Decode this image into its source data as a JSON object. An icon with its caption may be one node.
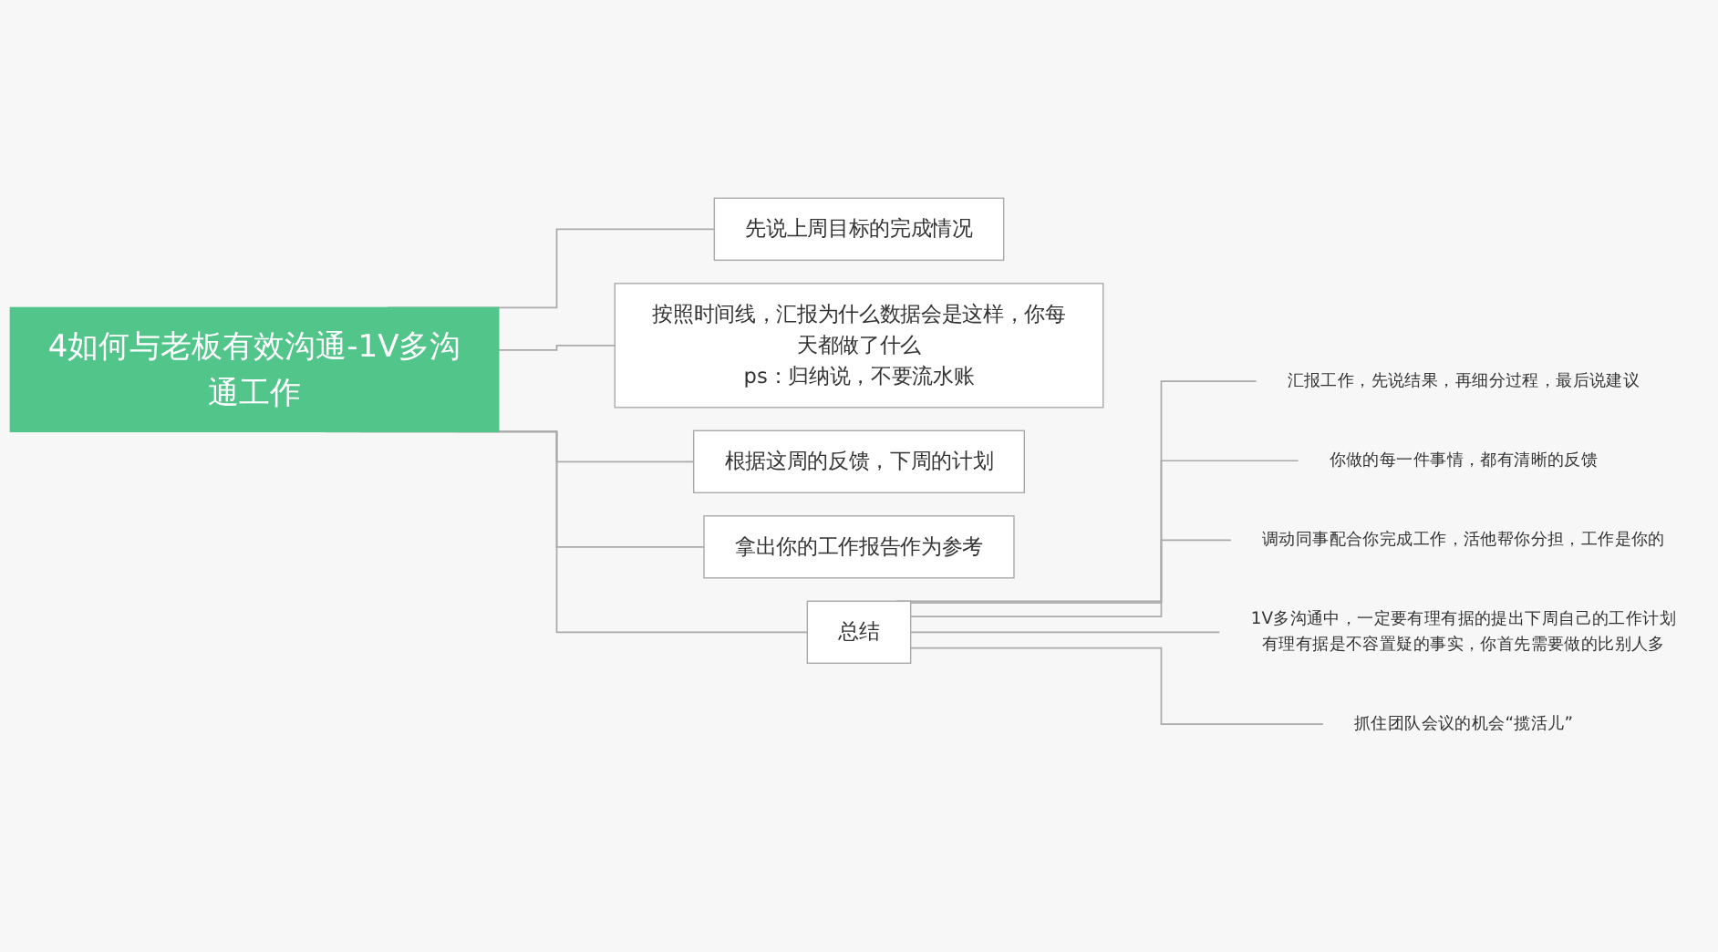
{
  "diagram": {
    "nodes": [
      {
        "text": [
          "4如何与老板有效沟通-1V多沟通工作"
        ]
      },
      {
        "text": [
          "先说上周目标的完成情况"
        ]
      },
      {
        "text": [
          "按照时间线，汇报为什么数据会是这样，你每天都做了什么",
          "ps：归纳说，不要流水账"
        ]
      },
      {
        "text": [
          "根据这周的反馈，下周的计划"
        ]
      },
      {
        "text": [
          "拿出你的工作报告作为参考"
        ]
      },
      {
        "text": [
          "总结"
        ]
      },
      {
        "text": [
          "汇报工作，先说结果，再细分过程，最后说建议"
        ]
      },
      {
        "text": [
          "你做的每一件事情，都有清晰的反馈"
        ]
      },
      {
        "text": [
          "调动同事配合你完成工作，活他帮你分担，工作是你的"
        ]
      },
      {
        "text": [
          "1V多沟通中，一定要有理有据的提出下周自己的工作计划有理有据是不容置疑的事实，你首先需要做的比别人多"
        ]
      },
      {
        "text": [
          "抓住团队会议的机会“揽活儿”"
        ]
      }
    ],
    "edges": [
      {
        "from": 0,
        "to": 1,
        "arrow": "none"
      },
      {
        "from": 0,
        "to": 2,
        "arrow": "none"
      },
      {
        "from": 0,
        "to": 3,
        "arrow": "none"
      },
      {
        "from": 0,
        "to": 4,
        "arrow": "none"
      },
      {
        "from": 0,
        "to": 5,
        "arrow": "none"
      },
      {
        "from": 5,
        "to": 6,
        "arrow": "none"
      },
      {
        "from": 5,
        "to": 7,
        "arrow": "none"
      },
      {
        "from": 5,
        "to": 8,
        "arrow": "none"
      },
      {
        "from": 5,
        "to": 9,
        "arrow": "none"
      },
      {
        "from": 5,
        "to": 10,
        "arrow": "none"
      }
    ]
  }
}
